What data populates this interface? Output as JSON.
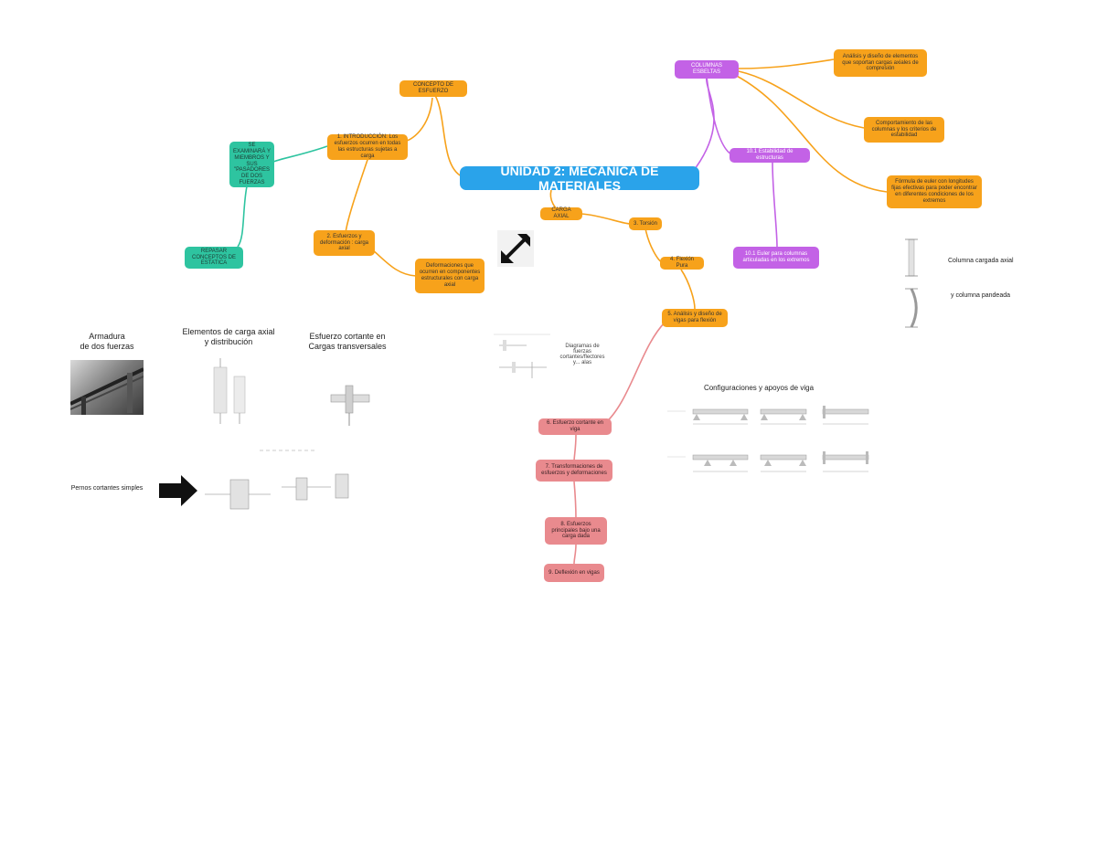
{
  "central": "UNIDAD 2: MECÁNICA DE MATERIALES",
  "nodes": {
    "concepto_esfuerzo": "CONCEPTO DE ESFUERZO",
    "introduccion": "1. INTRODUCCIÓN: Los esfuerzos ocurren en todas las estructuras sujetas a carga",
    "armaduras": "SE EXAMINARÁ Y MIEMBROS Y SUS \"PASADORES DE DOS FUERZAS",
    "repasar": "REPASAR CONCEPTOS DE ESTATICA",
    "esfuerzos_axial": "2. Esfuerzos y deformación : carga axial",
    "deformaciones": "Deformaciones que ocurren en componentes estructurales con carga axial",
    "carga_axial": "CARGA AXIAL",
    "torsion": "3. Torsión",
    "flexion": "4. Flexión Pura",
    "analisis_vigas": "5. Análisis y diseño de vigas para flexión",
    "cortante_vigas": "6. Esfuerzo cortante en viga",
    "transformaciones": "7. Transformaciones de esfuerzos y deformaciones",
    "esfuerzos_principales": "8. Esfuerzos principales bajo una carga dada",
    "deflexion": "9. Deflexión en vigas",
    "columnas": "COLUMNAS ESBELTAS",
    "estabilidad": "10.1 Estabilidad de estructuras",
    "euler": "10.1 Euler para columnas articuladas en los extremos",
    "analisis_diseno": "Análisis y diseño de elementos que soportan cargas axiales de compresión",
    "comportamiento": "Comportamiento de las columnas y los criterios de estabilidad",
    "formula_euler": "Fórmula de euler con longitudes fijas efectivas para poder encontrar en diferentes condiciones de los extremos"
  },
  "captions": {
    "armadura": "Armadura\nde dos fuerzas",
    "elementos": "Elementos de carga axial\ny distribución",
    "esfuerzo_cortante": "Esfuerzo cortante en\nCargas transversales",
    "pernos": "Pernos cortantes simples",
    "configuraciones": "Configuraciones y apoyos de viga",
    "columna_cargada": "Columna cargada axial",
    "columna_pandeada": "y columna pandeada",
    "diagramas": "Diagramas de fuerzas cortantes/flectores y... alas"
  },
  "colors": {
    "orange": "#f7a21b",
    "teal": "#2ec4a0",
    "purple": "#c362e6",
    "pink": "#e98a8e",
    "central": "#2aa3ea"
  },
  "icons": {
    "expand": "expand-arrows-icon",
    "arrow": "right-arrow-icon"
  }
}
